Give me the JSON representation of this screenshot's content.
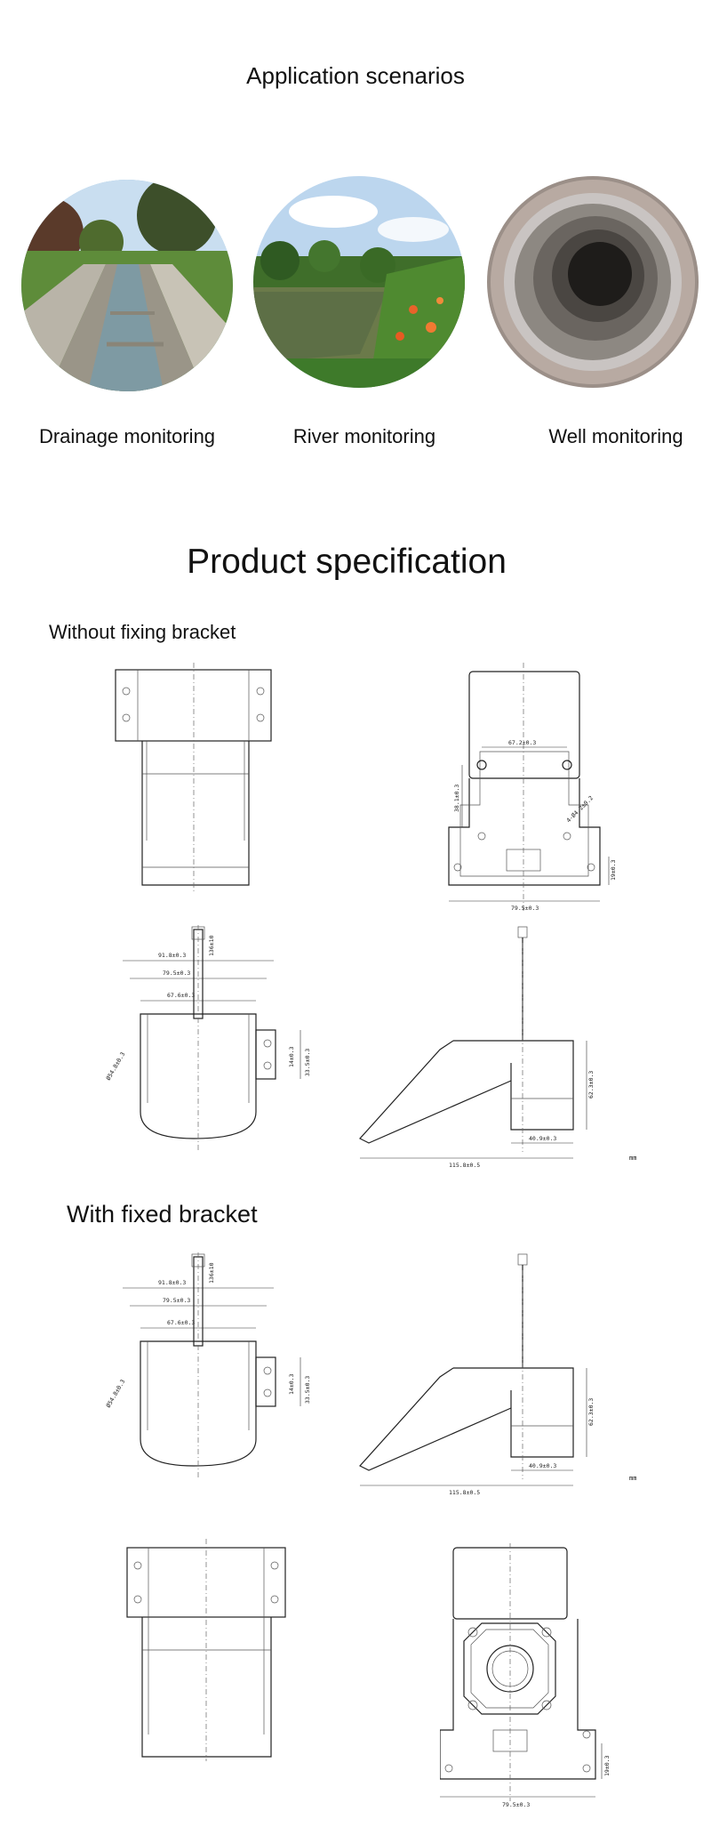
{
  "scenarios": {
    "title": "Application scenarios",
    "items": [
      {
        "label": "Drainage monitoring",
        "icon": "drainage-channel-photo"
      },
      {
        "label": "River monitoring",
        "icon": "river-photo"
      },
      {
        "label": "Well monitoring",
        "icon": "well-photo"
      }
    ]
  },
  "spec": {
    "title": "Product specification",
    "without_bracket": "Without fixing bracket",
    "with_bracket": "With fixed bracket",
    "units": "mm",
    "dims": {
      "d_67": "67.2±0.3",
      "d_38": "38.1±0.3",
      "d_holes": "4-Ø4.2±0.2",
      "d_19": "19±0.3",
      "d_79": "79.5±0.3",
      "d_91": "91.8±0.3",
      "d_67b": "67.6±0.3",
      "d_136": "136±10",
      "d_54": "Ø54.8±0.3",
      "d_14": "14±0.3",
      "d_33": "33.5±0.3",
      "d_62": "62.3±0.3",
      "d_40": "40.9±0.3",
      "d_115": "115.8±0.5"
    }
  }
}
